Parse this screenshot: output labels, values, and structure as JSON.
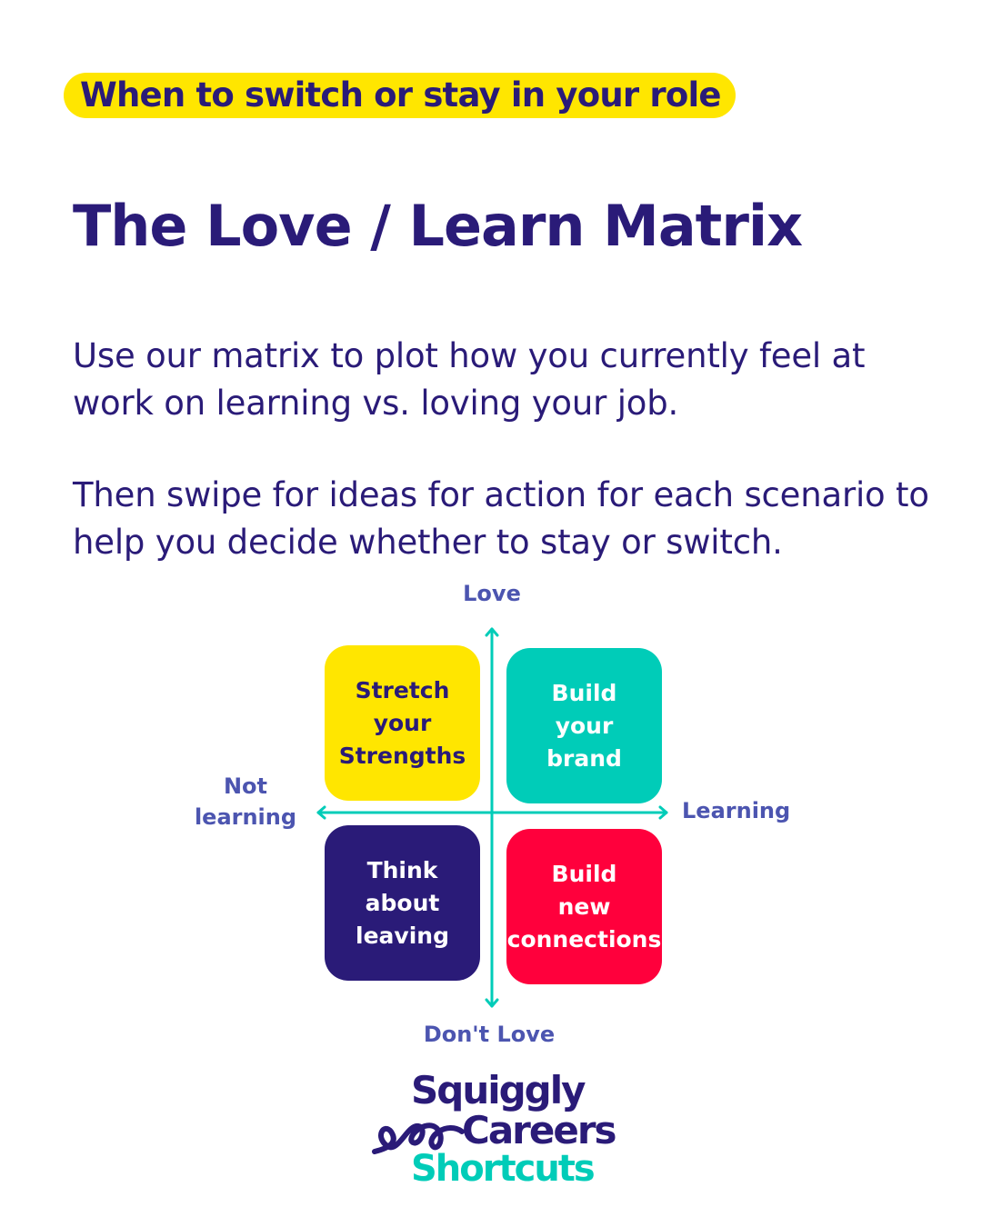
{
  "header": {
    "tag": "When to switch or stay in your role",
    "title": "The Love / Learn Matrix"
  },
  "intro": [
    "Use our matrix to plot how you currently feel at work on learning vs. loving your job.",
    "Then swipe for ideas for action for each scenario to help you decide whether to stay or switch."
  ],
  "matrix": {
    "axes": {
      "top": "Love",
      "bottom": "Don't Love",
      "left": [
        "Not",
        "learning"
      ],
      "right": "Learning"
    },
    "quadrants": [
      {
        "lines": [
          "Stretch",
          "your",
          "Strengths"
        ],
        "color": "#ffe600",
        "text_color": "#2a1b78"
      },
      {
        "lines": [
          "Build",
          "your",
          "brand"
        ],
        "color": "#00ccb8",
        "text_color": "#ffffff"
      },
      {
        "lines": [
          "Think",
          "about",
          "leaving"
        ],
        "color": "#2a1b78",
        "text_color": "#ffffff"
      },
      {
        "lines": [
          "Build",
          "new",
          "connections"
        ],
        "color": "#ff003c",
        "text_color": "#ffffff"
      }
    ],
    "axis_color": "#00ccb8"
  },
  "logo": {
    "line1": "Squiggly",
    "line2": "Careers",
    "line3": "Shortcuts"
  },
  "colors": {
    "navy": "#2a1b78",
    "yellow": "#ffe600",
    "teal": "#00ccb8",
    "red": "#ff003c",
    "label": "#4c55b0"
  }
}
